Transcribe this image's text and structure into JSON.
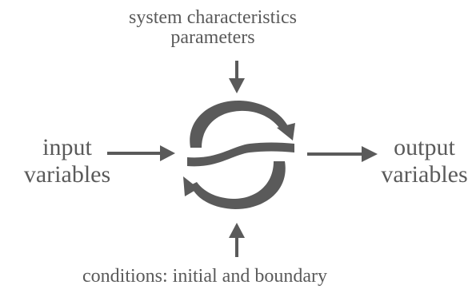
{
  "top_label": {
    "line1": "system characteristics",
    "line2": "parameters"
  },
  "left_label": {
    "line1": "input",
    "line2": "variables"
  },
  "right_label": {
    "line1": "output",
    "line2": "variables"
  },
  "bottom_label": {
    "line1": "conditions: initial and boundary"
  },
  "colors": {
    "ink": "#5a5a5a",
    "background": "#ffffff"
  }
}
